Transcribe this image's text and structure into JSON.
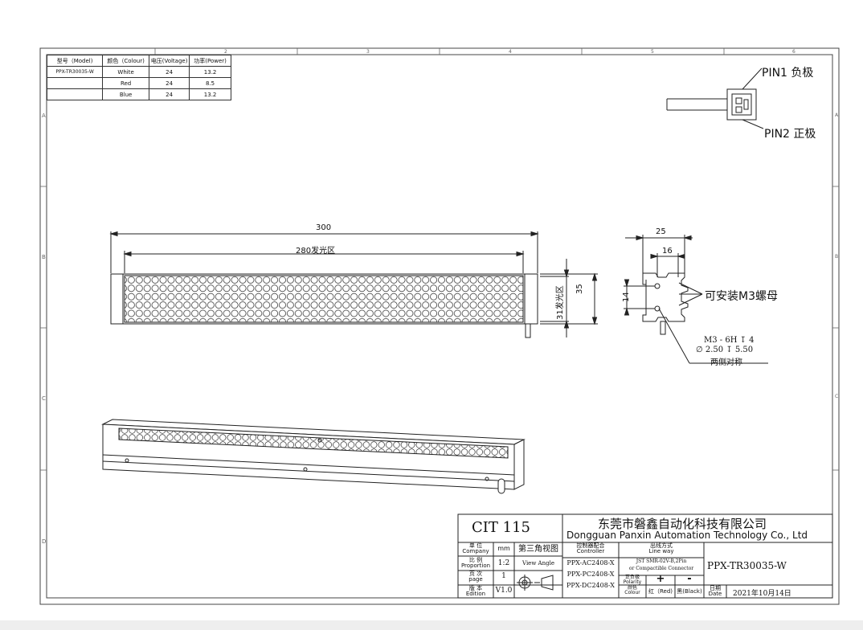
{
  "spec_table": {
    "headers": [
      "型号（Model)",
      "颜色（Colour)",
      "电压(Voltage)",
      "功率(Power)"
    ],
    "rows": [
      [
        "PPX-TR30035-W",
        "White",
        "24",
        "13.2"
      ],
      [
        "",
        "Red",
        "24",
        "8.5"
      ],
      [
        "",
        "Blue",
        "24",
        "13.2"
      ]
    ]
  },
  "border": {
    "top_numbers": [
      "2",
      "3",
      "4",
      "5",
      "6"
    ],
    "side_letters": [
      "A",
      "B",
      "C",
      "D"
    ]
  },
  "connector": {
    "pin1": "PIN1 负极",
    "pin2": "PIN2 正极"
  },
  "front_view": {
    "length": "300",
    "emit_length": "280发光区",
    "height": "35",
    "emit_height": "31发光区"
  },
  "side_view": {
    "w25": "25",
    "w16": "16",
    "h14": "14",
    "nut_note": "可安装M3螺母",
    "hole_line1": "M3 - 6H ↧ 4",
    "hole_line2": "∅ 2.50 ↧ 5.50",
    "hole_line3": "两侧对称"
  },
  "title_block": {
    "cit": "CIT 115",
    "company_cn": "东莞市磐鑫自动化科技有限公司",
    "company_en": "Dongguan Panxin Automation Technology Co., Ltd",
    "unit_label_cn": "单 位",
    "unit_label_en": "Company",
    "unit_value": "mm",
    "proportion_label_cn": "比 例",
    "proportion_label_en": "Proportion",
    "proportion_value": "1:2",
    "page_label_cn": "页 次",
    "page_label_en": "page",
    "page_value": "1",
    "edition_label_cn": "版 本",
    "edition_label_en": "Edition",
    "edition_value": "V1.0",
    "projection_cn": "第三角视图",
    "projection_en": "View Angle",
    "controller_label_cn": "控制器配合",
    "controller_label_en": "Controller",
    "controllers": [
      "PPX-AC2408-X",
      "PPX-PC2408-X",
      "PPX-DC2408-X"
    ],
    "lineway_label_cn": "出线方式",
    "lineway_label_en": "Line way",
    "lineway_line1": "JST SMR-02V-B,2Pin",
    "lineway_line2": "or Compactible Connector",
    "polarity_label_cn": "正负极",
    "polarity_label_en": "Polarity",
    "polarity_plus": "+",
    "polarity_minus": "-",
    "colour_label_cn": "颜色",
    "colour_label_en": "Colour",
    "colour_red": "红（Red)",
    "colour_black": "黑(Black)",
    "part_number": "PPX-TR30035-W",
    "date_label_cn": "日期",
    "date_label_en": "Date",
    "date_value": "2021年10月14日"
  }
}
